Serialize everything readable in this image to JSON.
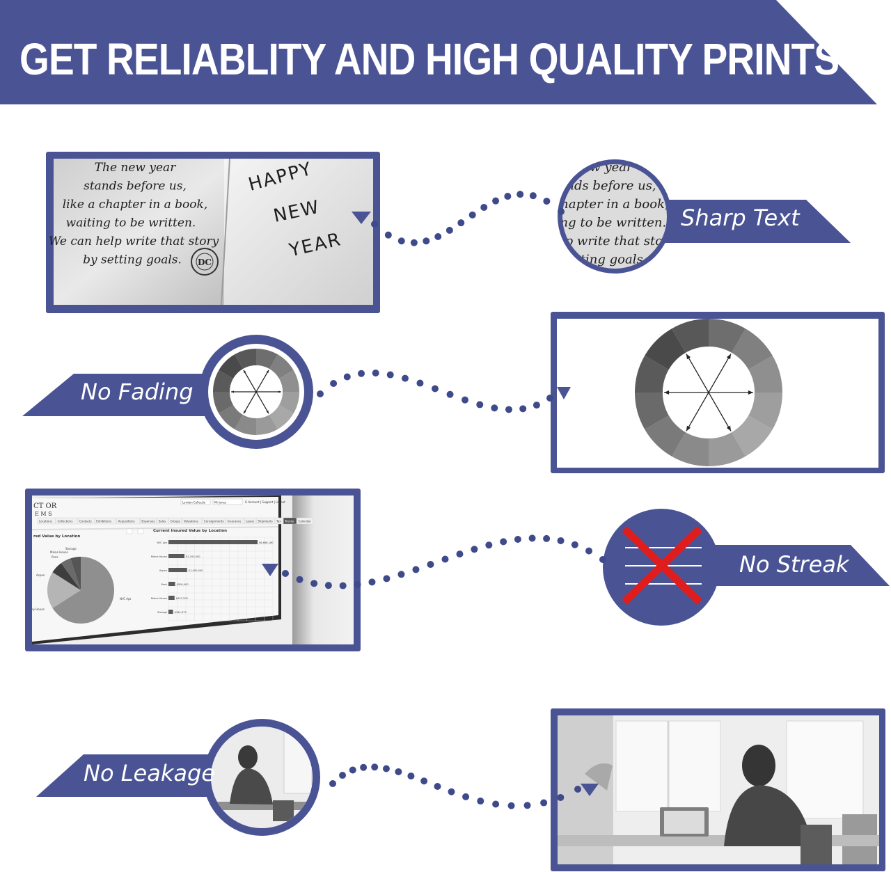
{
  "colors": {
    "brand": "#4a5494",
    "accent_red": "#e01d1d",
    "background": "#ffffff"
  },
  "header": {
    "title": "GET RELIABLITY AND HIGH QUALITY PRINTS"
  },
  "features": [
    {
      "label": "Sharp Text"
    },
    {
      "label": "No Fading"
    },
    {
      "label": "No Streak"
    },
    {
      "label": "No Leakage"
    }
  ],
  "note_card": {
    "lines": [
      "The new year",
      "stands before us,",
      "like a chapter in a book,",
      "waiting to be written.",
      "We can help write that story",
      "by setting goals."
    ],
    "right_lines": [
      "HAPPY",
      "NEW",
      "YEAR"
    ],
    "stamp": "DC"
  },
  "magnified_text": {
    "lines": [
      "w year",
      "nds before us,",
      "chapter in a book,",
      "ing to be written.",
      "elp write that stor",
      "tting goals."
    ]
  },
  "icons": {
    "color_wheel": "color-wheel-icon",
    "streak_cross": "red-x-icon",
    "pointer": "triangle-pointer-icon"
  },
  "dashboard": {
    "logo_top": "CT  OR",
    "logo_bottom": "E M S",
    "top_selects": [
      "London Collectio",
      "Mr Jones"
    ],
    "top_links": "G Account  |  Support  |  Logout",
    "tabs": [
      "Locations",
      "Collections",
      "Contacts",
      "Exhibitions",
      "Acquisitions",
      "Expenses",
      "Sales",
      "Groups",
      "Valuations",
      "Consignments",
      "Insurance",
      "Loans",
      "Shipments",
      "Tax",
      "Trends",
      "Calendar"
    ],
    "active_tab": "Trends",
    "left_panel_title": "red Value by Location",
    "right_panel_title": "Current Insured Value by Location",
    "pie_labels": [
      "Storage",
      "Maine House",
      "Paris",
      "Aspen",
      "NYC Apt",
      "ry House"
    ],
    "bar_rows": [
      {
        "label": "NYC Apt",
        "value": "$6,686,160"
      },
      {
        "label": "Maine House",
        "value": "$1,200,000"
      },
      {
        "label": "Aspen",
        "value": "$1,400,000"
      },
      {
        "label": "Paris",
        "value": "$500,000"
      },
      {
        "label": "Maine House",
        "value": "$457,500"
      },
      {
        "label": "Storage",
        "value": "$344,375"
      }
    ]
  }
}
